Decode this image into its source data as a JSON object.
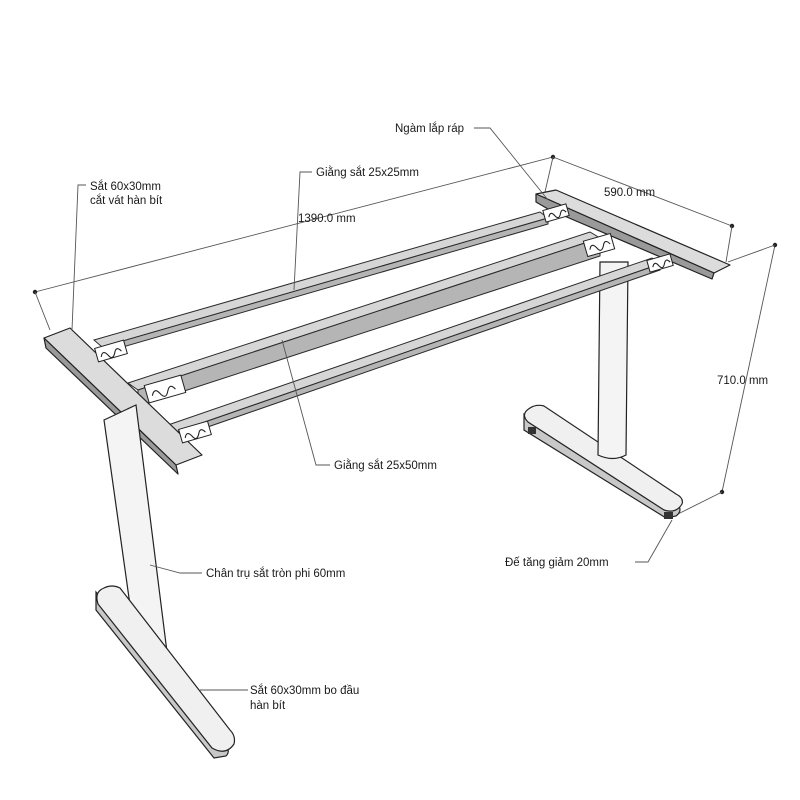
{
  "labels": {
    "rail_side": [
      "Sắt 60x30mm",
      "cắt vát hàn bít"
    ],
    "brace_top": "Giằng sắt 25x25mm",
    "length": "1390.0 mm",
    "joint": "Ngàm lắp ráp",
    "width": "590.0 mm",
    "height": "710.0 mm",
    "brace_mid": "Giằng sắt 25x50mm",
    "leg_column": "Chân trụ sắt tròn phi 60mm",
    "leveler": "Đế tăng giảm 20mm",
    "foot": [
      "Sắt 60x30mm bo đầu",
      "hàn bít"
    ]
  },
  "colors": {
    "frame_top": "#dcdcdc",
    "frame_side": "#9a9a9a",
    "leg": "#f4f4f4",
    "line": "#222222"
  }
}
